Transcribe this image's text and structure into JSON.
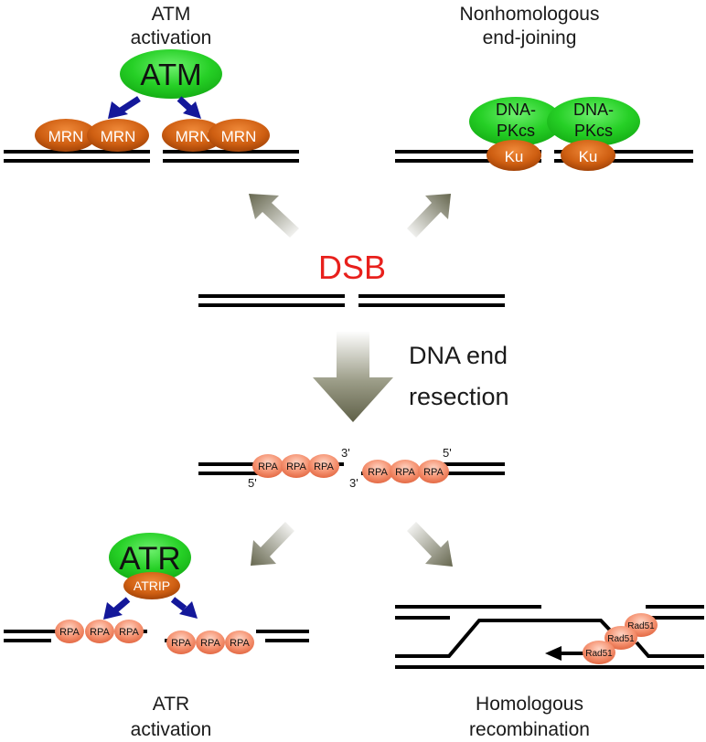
{
  "labels": {
    "atm_activation_line1": "ATM",
    "atm_activation_line2": "activation",
    "nhej_line1": "Nonhomologous",
    "nhej_line2": "end-joining",
    "dsb": "DSB",
    "resection_line1": "DNA end",
    "resection_line2": "resection",
    "atr_activation_line1": "ATR",
    "atr_activation_line2": "activation",
    "hr_line1": "Homologous",
    "hr_line2": "recombination"
  },
  "proteins": {
    "atm": "ATM",
    "mrn": "MRN",
    "dnapkcs_line1": "DNA-",
    "dnapkcs_line2": "PKcs",
    "ku": "Ku",
    "rpa": "RPA",
    "atr": "ATR",
    "atrip": "ATRIP",
    "rad51": "Rad51"
  },
  "end_labels": {
    "three_prime": "3'",
    "five_prime": "5'"
  },
  "colors": {
    "dsb_red": "#e8201c",
    "green": "#22cc22",
    "orange": "#c45a10",
    "rpa_salmon": "#f08a68",
    "blue_arrow": "#14189a",
    "gray_arrow": "#6e6f58"
  }
}
